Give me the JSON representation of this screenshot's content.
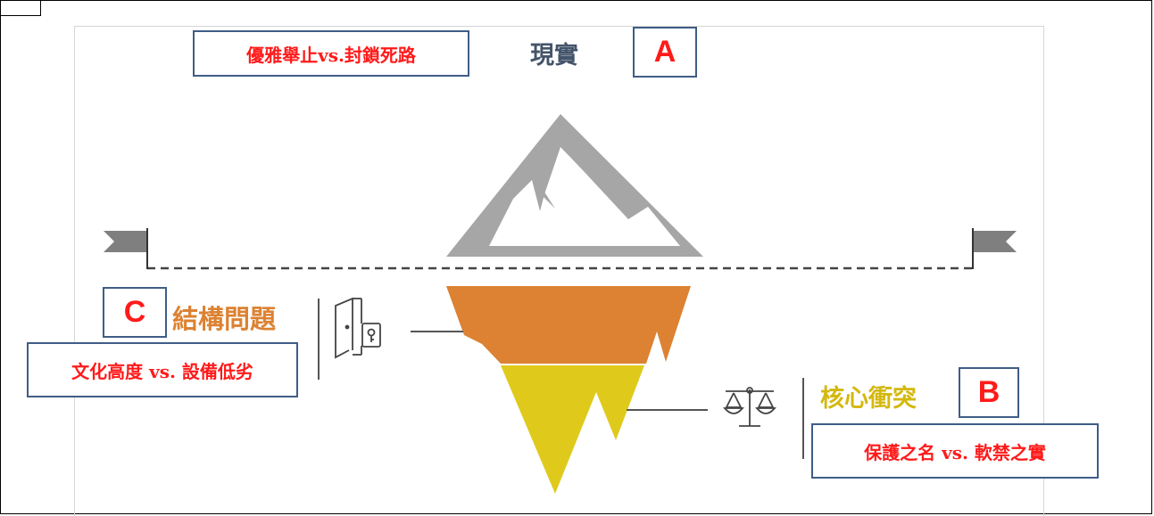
{
  "notes": {
    "reality_note": "優雅舉止vs.封鎖死路",
    "culture_note": "文化高度 vs. 設備低劣",
    "protection_note": "保護之名 vs. 軟禁之實"
  },
  "headings": {
    "reality": "現實",
    "structural": "結構問題",
    "core_conflict": "核心衝突"
  },
  "markers": {
    "a": "A",
    "b": "B",
    "c": "C"
  },
  "colors": {
    "mountain_gray": "#a6a6a6",
    "orange_layer": "#dc8232",
    "yellow_layer": "#dfca1c",
    "heading_blue": "#44546a",
    "heading_orange": "#dc8232",
    "heading_yellow": "#d4b80e",
    "annotation_red": "#ff1a1a",
    "box_border": "#3f5d86"
  },
  "icons": [
    "flag-left-icon",
    "flag-right-icon",
    "door-key-icon",
    "balance-scale-icon"
  ]
}
